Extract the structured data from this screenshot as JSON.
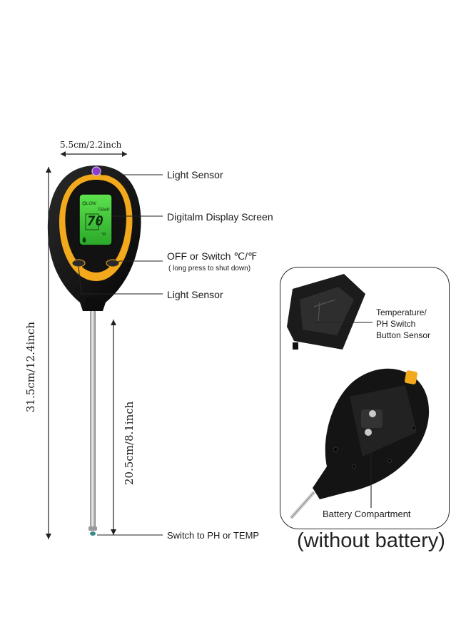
{
  "dimensions": {
    "width_label": "5.5cm/2.2inch",
    "total_length_label": "31.5cm/12.4inch",
    "probe_length_label": "20.5cm/8.1inch"
  },
  "labels": {
    "light_sensor_top": "Light Sensor",
    "display_screen": "Digitalm Display Screen",
    "off_switch": "OFF or Switch ℃/℉",
    "off_switch_note": "( long press to shut down)",
    "light_sensor_bottom": "Light Sensor",
    "switch_ph_temp": "Switch to PH or TEMP"
  },
  "lcd": {
    "reading": "70",
    "mode_top": "LOW",
    "mode_temp": "TEMP",
    "unit": "°F"
  },
  "callout": {
    "temp_ph_label_line1": "Temperature/",
    "temp_ph_label_line2": "PH Switch",
    "temp_ph_label_line3": "Button Sensor",
    "battery_label": "Battery Compartment"
  },
  "footer_note": "(without battery)",
  "colors": {
    "body": "#151515",
    "accent": "#f2a91c",
    "lcd": "#3ed43a",
    "sensor": "#8a3ec9"
  }
}
